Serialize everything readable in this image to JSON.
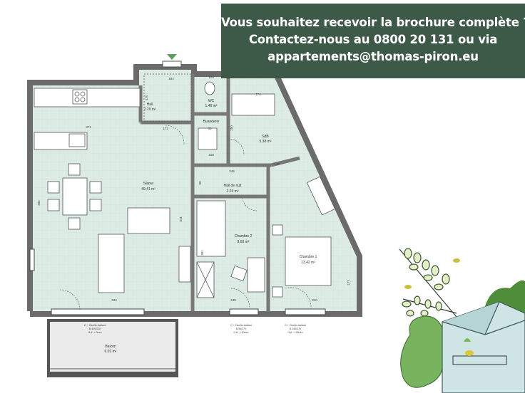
{
  "banner": {
    "line1": "Vous souhaitez recevoir la brochure complète ?",
    "line2": "Contactez-nous au 0800 20 131 ou via",
    "line3": "appartements@thomas-piron.eu"
  },
  "rooms": {
    "hall": {
      "name": "Hall",
      "area": "2.78 m²"
    },
    "wc": {
      "name": "WC",
      "area": "1.48 m²"
    },
    "buanderie": {
      "name": "Buanderie"
    },
    "sdb": {
      "name": "SdB",
      "area": "5.38 m²"
    },
    "sejour": {
      "name": "Séjour",
      "area": "40.41 m²"
    },
    "hall_nuit": {
      "name": "Hall de nuit",
      "area": "2.23 m²"
    },
    "chambre2": {
      "name": "Chambre 2",
      "area": "9.60 m²"
    },
    "chambre1": {
      "name": "Chambre 1",
      "area": "13.42 m²"
    },
    "balcon": {
      "name": "Balcon",
      "area": "6.02 m²"
    }
  },
  "dimensions": [
    "164",
    "100",
    "174",
    "371",
    "173",
    "245",
    "140",
    "344",
    "304",
    "344",
    "245",
    "310",
    "177",
    "100",
    "80",
    "170",
    "301",
    "250",
    "90"
  ],
  "windows": [
    {
      "type": "C + Oscillo-battant",
      "size": "B 400/220",
      "ha": "H.A. = 0mm"
    },
    {
      "type": "C + Oscillo-battant",
      "size": "B 90/170",
      "ha": "H.A. = 90mm"
    },
    {
      "type": "C + Oscillo-battant",
      "size": "B 140/170",
      "ha": "H.A. = 90mm"
    }
  ],
  "colors": {
    "banner": "#3d5a48",
    "floor": "#dcece4",
    "wall": "#6b6b6b"
  }
}
